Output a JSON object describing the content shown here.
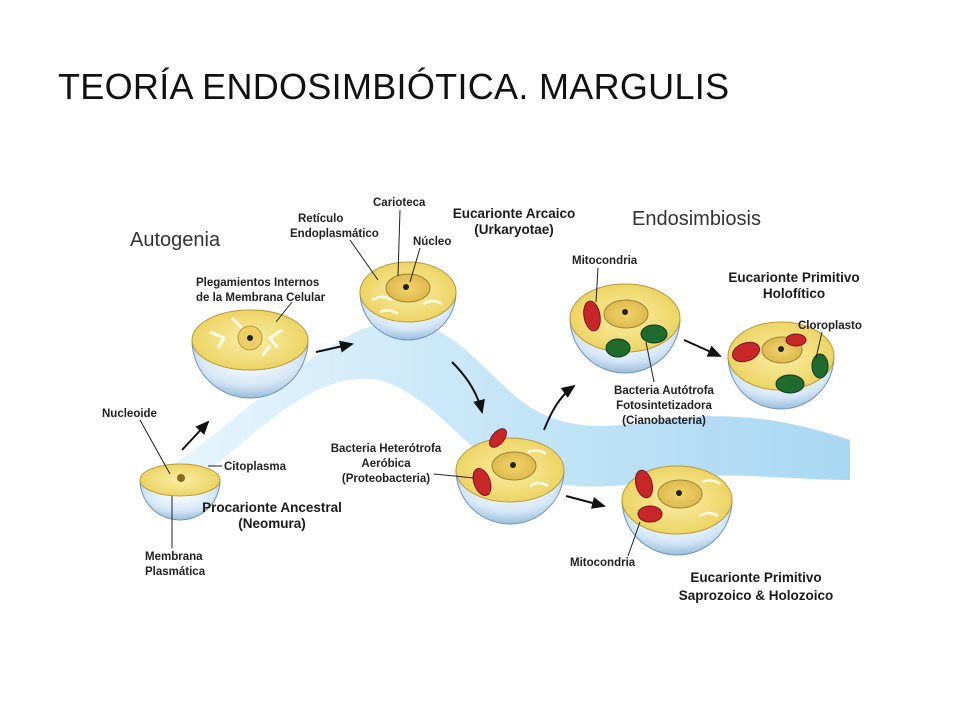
{
  "slide": {
    "title": "TEORÍA ENDOSIMBIÓTICA. MARGULIS"
  },
  "diagram": {
    "sections": {
      "autogenia": "Autogenia",
      "endosimbiosis": "Endosimbiosis"
    },
    "cells": {
      "procarionte": {
        "title_line1": "Procarionte Ancestral",
        "title_line2": "(Neomura)"
      },
      "eucarionte_arcaico": {
        "title_line1": "Eucarionte Arcaico",
        "title_line2": "(Urkaryotae)"
      },
      "holofitico": {
        "title_line1": "Eucarionte Primitivo",
        "title_line2": "Holofítico"
      },
      "saprozoico": {
        "title_line1": "Eucarionte Primitivo",
        "title_line2": "Saprozoico & Holozoico"
      }
    },
    "labels": {
      "nucleoide": "Nucleoide",
      "citoplasma": "Citoplasma",
      "membrana_line1": "Membrana",
      "membrana_line2": "Plasmática",
      "plegamientos_line1": "Plegamientos Internos",
      "plegamientos_line2": "de la Membrana Celular",
      "reticulo_line1": "Retículo",
      "reticulo_line2": "Endoplasmático",
      "carioteca": "Carioteca",
      "nucleo": "Núcleo",
      "heterotrofa_line1": "Bacteria Heterótrofa",
      "heterotrofa_line2": "Aeróbica",
      "heterotrofa_line3": "(Proteobacteria)",
      "mitocondria_top": "Mitocondria",
      "mitocondria_bottom": "Mitocondria",
      "autotrofa_line1": "Bacteria Autótrofa",
      "autotrofa_line2": "Fotosintetizadora",
      "autotrofa_line3": "(Cianobacteria)",
      "cloroplasto": "Cloroplasto"
    },
    "colors": {
      "cytoplasm": "#f7e27a",
      "cell_body": "#dfeefa",
      "band": "#bfe3f7",
      "mitochondria": "#c8272a",
      "chloroplast": "#1f6b2e",
      "nucleus_dot": "#2a2a2a"
    }
  }
}
